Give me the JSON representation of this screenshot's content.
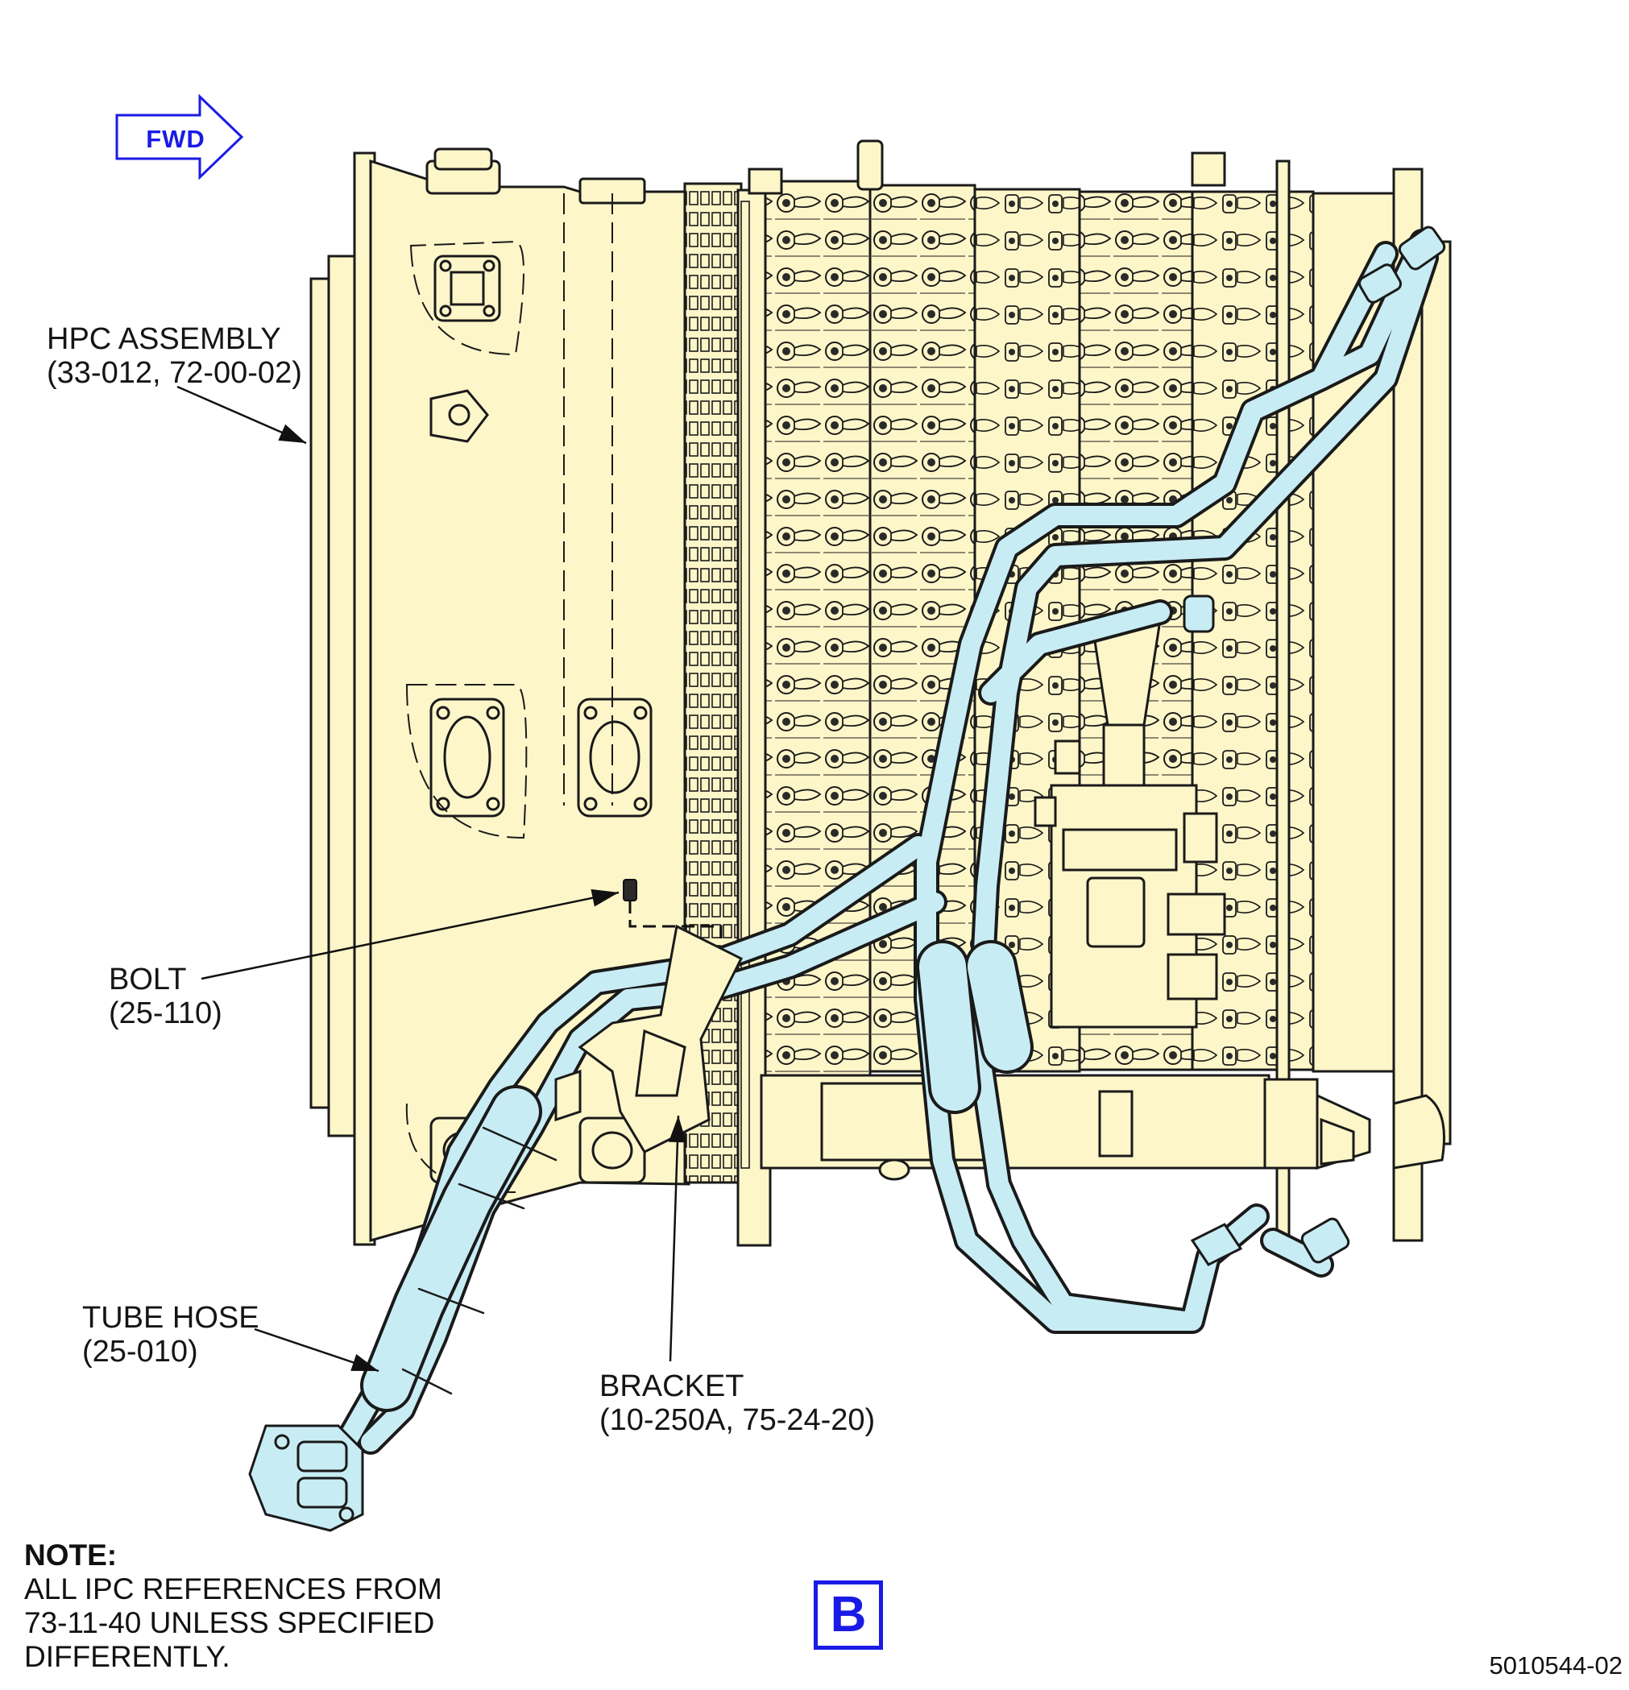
{
  "figure": {
    "direction_arrow_label": "FWD",
    "view_label": "B",
    "figure_number": "5010544-02"
  },
  "callouts": {
    "hpc_assembly": {
      "name": "HPC ASSEMBLY",
      "ref": "(33-012, 72-00-02)"
    },
    "bolt": {
      "name": "BOLT",
      "ref": "(25-110)"
    },
    "tube_hose": {
      "name": "TUBE HOSE",
      "ref": "(25-010)"
    },
    "bracket": {
      "name": "BRACKET",
      "ref": "(10-250A, 75-24-20)"
    }
  },
  "note": {
    "heading": "NOTE:",
    "lines": [
      "ALL IPC REFERENCES FROM",
      "73-11-40 UNLESS SPECIFIED",
      "DIFFERENTLY."
    ]
  },
  "colors": {
    "casing_fill": "#fdf6c9",
    "tube_fill": "#c8ecf3",
    "outline": "#1a1a1a",
    "accent_blue": "#1a1ae6"
  }
}
